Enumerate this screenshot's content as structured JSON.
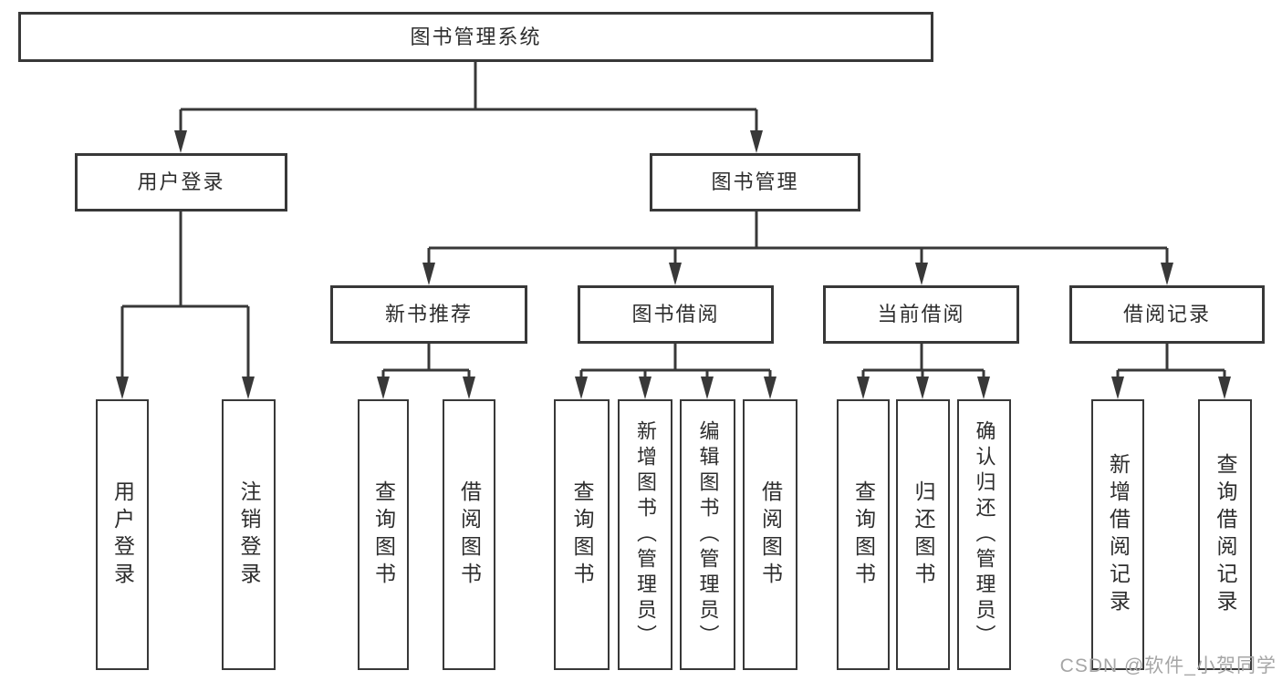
{
  "colors": {
    "line": "#383838",
    "text": "#2d2d2d",
    "watermark": "#a6a6a6",
    "background": "#ffffff"
  },
  "diagram": {
    "root": {
      "label": "图书管理系统"
    },
    "branches": {
      "user_login": {
        "label": "用户登录",
        "children": [
          "用户登录",
          "注销登录"
        ]
      },
      "book_mgmt": {
        "label": "图书管理"
      }
    },
    "sections": [
      {
        "label": "新书推荐",
        "children": [
          "查询图书",
          "借阅图书"
        ]
      },
      {
        "label": "图书借阅",
        "children": [
          "查询图书",
          "新增图书（管理员）",
          "编辑图书（管理员）",
          "借阅图书"
        ]
      },
      {
        "label": "当前借阅",
        "children": [
          "查询图书",
          "归还图书",
          "确认归还（管理员）"
        ]
      },
      {
        "label": "借阅记录",
        "children": [
          "新增借阅记录",
          "查询借阅记录"
        ]
      }
    ]
  },
  "watermark": {
    "text": "CSDN @软件_小贺同学"
  }
}
